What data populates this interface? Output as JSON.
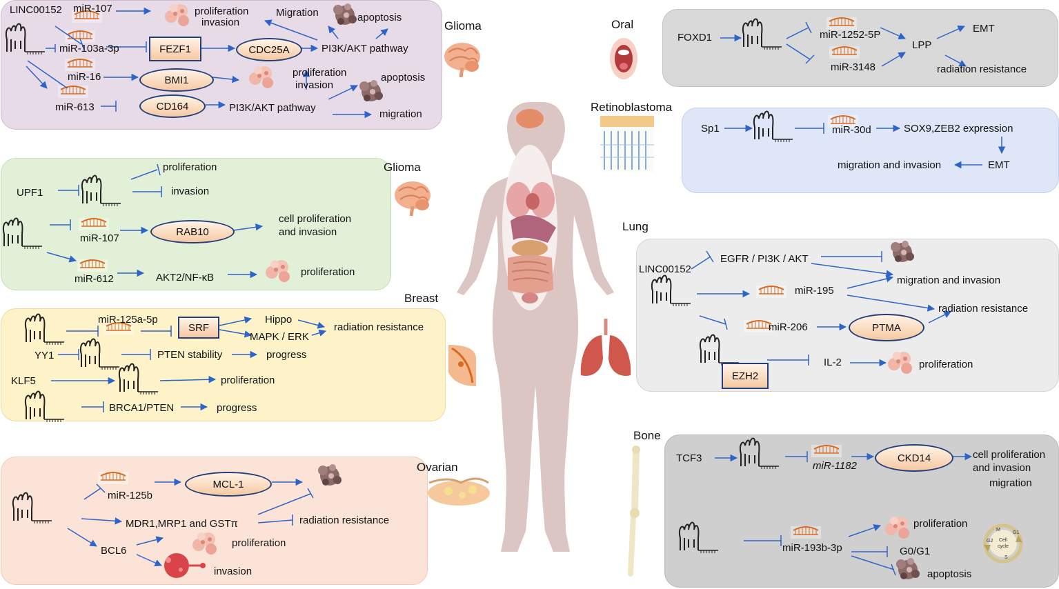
{
  "colors": {
    "glioma_top": "#e6dbe6",
    "glioma_mid": "#e3f0d8",
    "breast": "#fdf2c8",
    "ovarian": "#fbe4d7",
    "oral": "#d9d9d9",
    "retinoblastoma": "#dfe6f7",
    "lung": "#ececec",
    "bone": "#cfcfcf",
    "arrow": "#2e63c8",
    "body": "#dcc6c3"
  },
  "titles": {
    "glioma1": "Glioma",
    "glioma2": "Glioma",
    "breast": "Breast",
    "ovarian": "Ovarian",
    "oral": "Oral",
    "retinoblastoma": "Retinoblastoma",
    "lung": "Lung",
    "bone": "Bone"
  },
  "glioma1": {
    "linc": "LINC00152",
    "mir107": "miR-107",
    "prolif": "proliferation",
    "invasion": "invasion",
    "migration": "Migration",
    "apoptosis": "apoptosis",
    "mir103": "miR-103a-3p",
    "fezf1": "FEZF1",
    "cdc25a": "CDC25A",
    "pi3k1": "PI3K/AKT pathway",
    "mir16": "miR-16",
    "bmi1": "BMI1",
    "prolif2": "proliferation",
    "invasion2": "invasion",
    "apoptosis2": "apoptosis",
    "mir613": "miR-613",
    "cd164": "CD164",
    "pi3k2": "PI3K/AKT pathway",
    "migration2": "migration"
  },
  "glioma2": {
    "prolif": "proliferation",
    "upf1": "UPF1",
    "invasion": "invasion",
    "cellprolif": "cell proliferation",
    "andinv": "and invasion",
    "mir107": "miR-107",
    "rab10": "RAB10",
    "mir612": "miR-612",
    "akt2": "AKT2/NF-κB",
    "prolif2": "proliferation"
  },
  "breast": {
    "mir125a": "miR-125a-5p",
    "srf": "SRF",
    "hippo": "Hippo",
    "mapk": "MAPK / ERK",
    "radres": "radiation resistance",
    "yy1": "YY1",
    "pten": "PTEN stability",
    "progress": "progress",
    "klf5": "KLF5",
    "prolif": "proliferation",
    "brca": "BRCA1/PTEN",
    "progress2": "progress"
  },
  "ovarian": {
    "mir125b": "miR-125b",
    "mcl1": "MCL-1",
    "mdr": "MDR1,MRP1 and GSTπ",
    "radres": "radiation resistance",
    "bcl6": "BCL6",
    "prolif": "proliferation",
    "invasion": "invasion"
  },
  "oral": {
    "foxd1": "FOXD1",
    "mir1252": "miR-1252-5P",
    "mir3148": "miR-3148",
    "lpp": "LPP",
    "emt": "EMT",
    "radres": "radiation resistance"
  },
  "retino": {
    "sp1": "Sp1",
    "mir30d": "miR-30d",
    "sox9": "SOX9,ZEB2 expression",
    "emt": "EMT",
    "migration": "migration and invasion"
  },
  "lung": {
    "linc": "LINC00152",
    "egfr": "EGFR / PI3K / AKT",
    "migration": "migration and invasion",
    "mir195": "miR-195",
    "radres": "radiation resistance",
    "mir206": "miR-206",
    "ptma": "PTMA",
    "ezh2": "EZH2",
    "il2": "IL-2",
    "prolif": "proliferation"
  },
  "bone": {
    "tcf3": "TCF3",
    "mir1182": "miR-1182",
    "ckd14": "CKD14",
    "cellprolif": "cell proliferation",
    "andinv": "and invasion",
    "migration": "migration",
    "prolif": "proliferation",
    "mir193": "miR-193b-3p",
    "g0g1": "G0/G1",
    "apoptosis": "apoptosis",
    "cc_cell": "Cell",
    "cc_cycle": "cycle",
    "cc_m": "M",
    "cc_g1": "G1",
    "cc_g2": "G2",
    "cc_s": "S"
  }
}
